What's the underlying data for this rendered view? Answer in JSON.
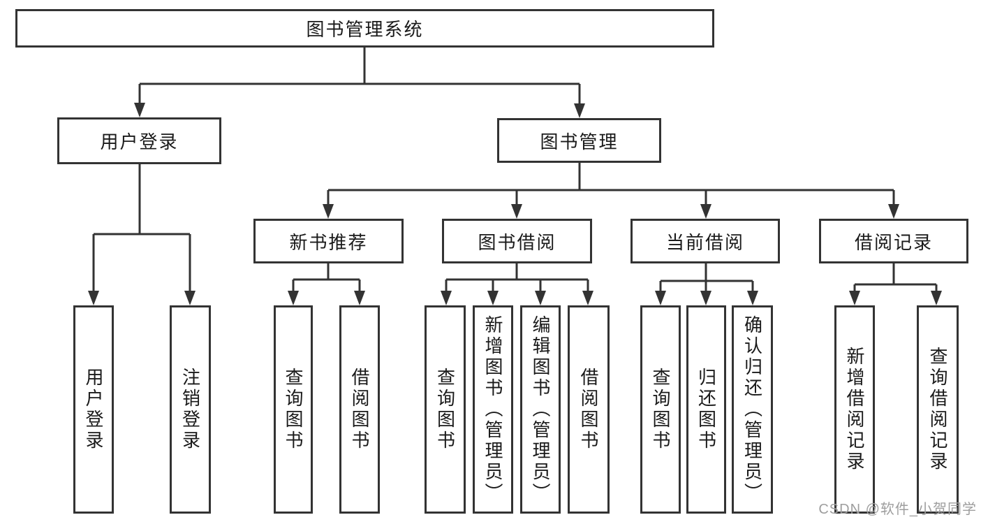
{
  "nodes": {
    "root": "图书管理系统",
    "level2": [
      "用户登录",
      "图书管理"
    ],
    "level3": [
      "新书推荐",
      "图书借阅",
      "当前借阅",
      "借阅记录"
    ],
    "leaves": [
      "用户登录",
      "注销登录",
      "查询图书",
      "借阅图书",
      "查询图书",
      "新增图书（管理员）",
      "编辑图书（管理员）",
      "借阅图书",
      "查询图书",
      "归还图书",
      "确认归还（管理员）",
      "新增借阅记录",
      "查询借阅记录"
    ]
  },
  "colors": {
    "line": "#333333",
    "text": "#1a1a1a",
    "background": "#ffffff",
    "watermark": "#9e9e9e"
  },
  "watermark": "CSDN @软件_小贺同学"
}
